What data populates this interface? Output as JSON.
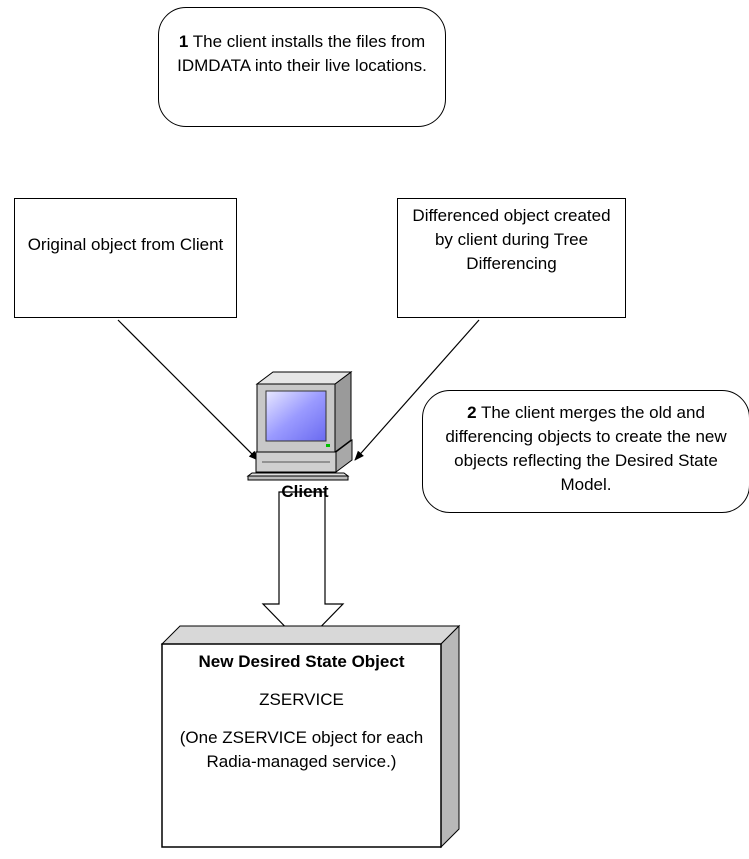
{
  "note1": {
    "num": "1",
    "text": "The client installs the files from IDMDATA into their live locations."
  },
  "original_box": {
    "text": "Original object from Client"
  },
  "differenced_box": {
    "text": "Differenced object created by client during Tree Differencing"
  },
  "note2": {
    "num": "2",
    "text": "The client merges the old and differencing objects to create the new objects reflecting the Desired State Model."
  },
  "client": {
    "label": "Client",
    "icon": "computer-icon"
  },
  "new_object": {
    "title": "New Desired State Object",
    "name": "ZSERVICE",
    "description": "(One ZSERVICE  object for each Radia-managed service.)"
  },
  "colors": {
    "screen": "#8080ff",
    "monitor": "#c8c8c8",
    "shadow": "#b8b8b8"
  }
}
